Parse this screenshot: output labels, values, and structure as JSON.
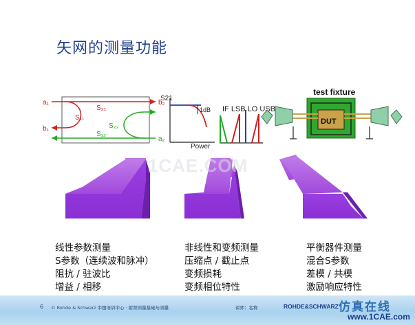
{
  "title": "矢网的测量功能",
  "sparam": {
    "a1": "a₁",
    "b1": "b₁",
    "b2": "b₂",
    "a2": "a₂",
    "s21": "S₂₁",
    "s11": "S₁₁",
    "s22": "S₂₂",
    "s12": "S₁₂"
  },
  "compression": {
    "ylabel": "S21",
    "xlabel": "Power",
    "marker": "1dB"
  },
  "mixer": {
    "labels": "IF LSB LO USB"
  },
  "fixture": {
    "title": "test fixture",
    "dut": "DUT"
  },
  "watermark_center": "1CAE.COM",
  "columns": [
    {
      "lines": [
        "线性参数测量",
        "S参数（连续波和脉冲）",
        "阻抗 / 驻波比",
        "增益 / 相移"
      ]
    },
    {
      "lines": [
        "非线性和变频测量",
        "压缩点 / 截止点",
        "变频损耗",
        "变频相位特性"
      ]
    },
    {
      "lines": [
        "平衡器件测量",
        "混合S参数",
        "差模 / 共模",
        "激励响应特性"
      ]
    }
  ],
  "footer": {
    "page": "6",
    "text": "© Rohde & Schwarz 中国培训中心 · 射频测量基础与测量",
    "text2": "讲师：名称",
    "logo": "ROHDE&SCHWARZ"
  },
  "site_watermark": {
    "line1": "仿真在线",
    "line2": "www.1CAE.com"
  },
  "colors": {
    "arrow": "#9933dd",
    "title": "#1f3f8c",
    "red": "#cc2222",
    "green": "#22aa22"
  }
}
